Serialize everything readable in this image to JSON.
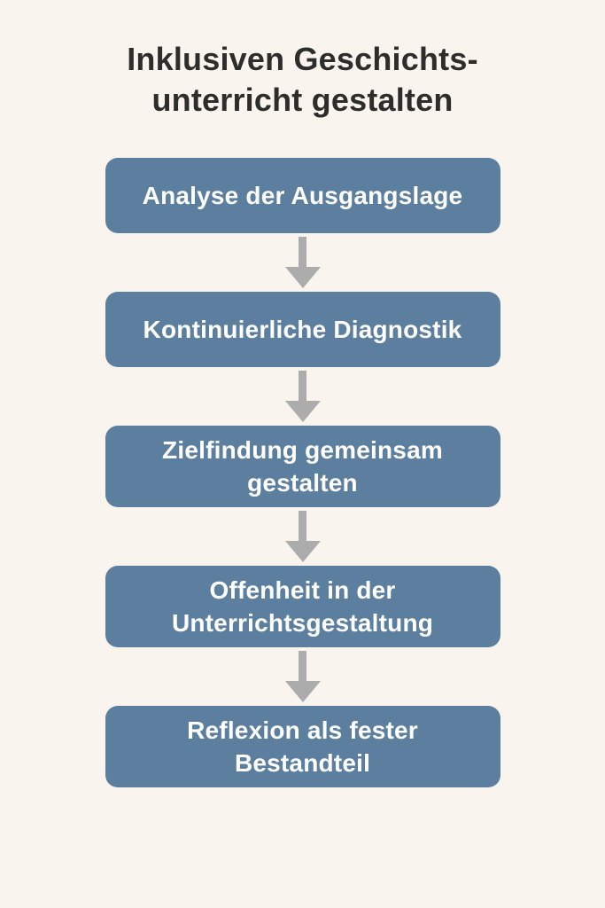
{
  "page": {
    "background_color": "#F9F5EE"
  },
  "title": {
    "line1": "Inklusiven Geschichts-",
    "line2": "unterricht gestalten",
    "color": "#2D2D2B"
  },
  "flow": {
    "box_color": "#5C7F9F",
    "box_text_color": "#FFFFFF",
    "arrow_color": "#ACACAC",
    "steps": [
      {
        "label": "Analyse der Ausgangslage"
      },
      {
        "label": "Kontinuierliche Diagnostik"
      },
      {
        "label": "Zielfindung gemeinsam gestalten"
      },
      {
        "label": "Offenheit in der Unterrichtsgestaltung"
      },
      {
        "label": "Reflexion als fester Bestandteil"
      }
    ]
  }
}
